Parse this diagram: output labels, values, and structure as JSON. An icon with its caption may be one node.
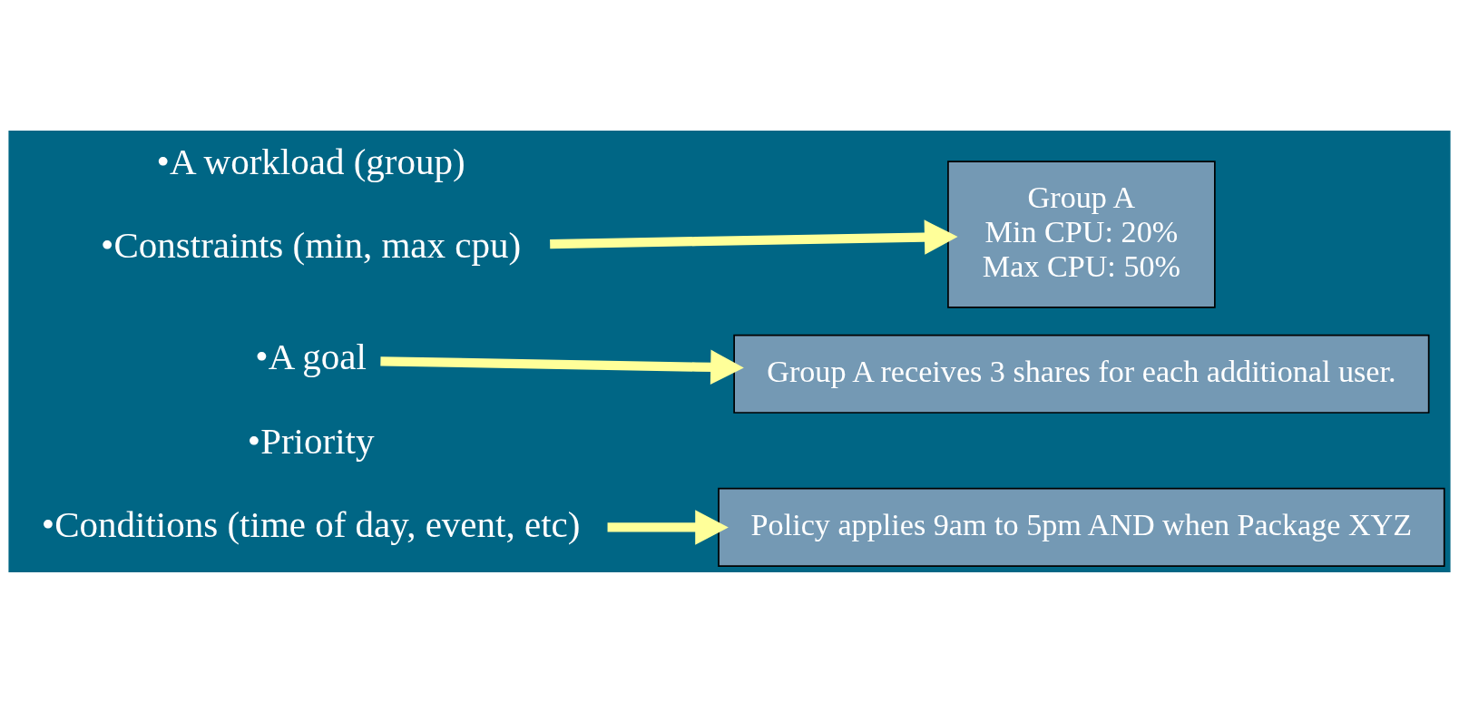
{
  "diagram": {
    "nodes": [
      {
        "text": [
          "Group A",
          "Min CPU: 20%",
          "Max CPU: 50%"
        ]
      },
      {
        "text": [
          "•A workload (group)"
        ]
      },
      {
        "text": [
          "•Constraints (min, max cpu)"
        ]
      },
      {
        "text": [
          "•A goal"
        ]
      },
      {
        "text": [
          "•Priority"
        ]
      },
      {
        "text": [
          "•Conditions (time of day, event, etc)"
        ]
      },
      {
        "text": [
          "Group A receives 3 shares for each additional user."
        ]
      },
      {
        "text": [
          "Policy applies 9am to 5pm AND when Package XYZ"
        ]
      }
    ],
    "edges": [
      {
        "from": 2,
        "to": 0,
        "arrow": "to"
      },
      {
        "from": 3,
        "to": 6,
        "arrow": "to"
      },
      {
        "from": 5,
        "to": 7,
        "arrow": "to"
      }
    ]
  }
}
